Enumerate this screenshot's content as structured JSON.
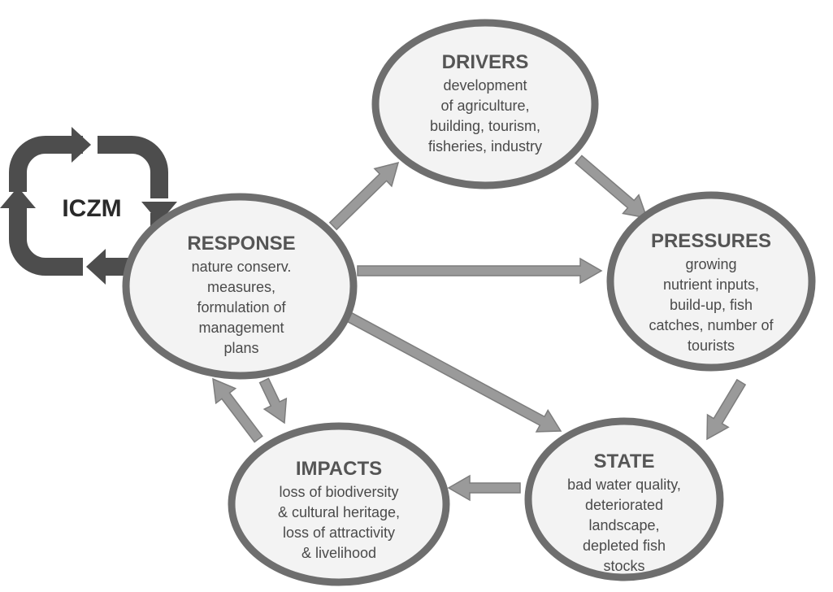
{
  "colors": {
    "ellipse_fill": "#f3f3f3",
    "ellipse_stroke": "#6e6e6e",
    "arrow": "#9a9a9a",
    "arrow_edge": "#7d7d7d",
    "iczm": "#4d4d4d",
    "title": "#555555",
    "text": "#4a4a4a"
  },
  "iczm": {
    "label": "ICZM"
  },
  "nodes": {
    "drivers": {
      "title": "DRIVERS",
      "lines": [
        "development",
        "of agriculture,",
        "building, tourism,",
        "fisheries, industry"
      ]
    },
    "pressures": {
      "title": "PRESSURES",
      "lines": [
        "growing",
        "nutrient inputs,",
        "build-up, fish",
        "catches, number of",
        "tourists"
      ]
    },
    "state": {
      "title": "STATE",
      "lines": [
        "bad water quality,",
        "deteriorated",
        "landscape,",
        "depleted fish",
        "stocks"
      ]
    },
    "impacts": {
      "title": "IMPACTS",
      "lines": [
        "loss of biodiversity",
        "& cultural heritage,",
        "loss of attractivity",
        "& livelihood"
      ]
    },
    "response": {
      "title": "RESPONSE",
      "lines": [
        "nature conserv.",
        "measures,",
        "formulation of",
        "management",
        "plans"
      ]
    }
  }
}
